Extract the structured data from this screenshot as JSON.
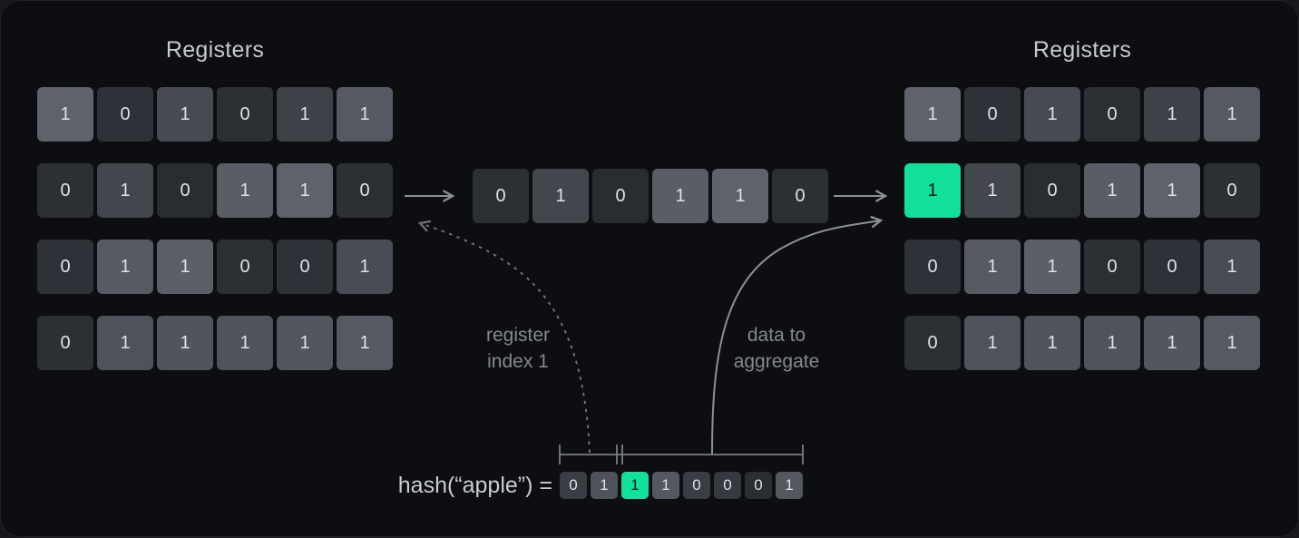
{
  "colors": {
    "outer_bg": "#17181b",
    "panel_bg": "#0d0e11",
    "panel_border": "#222328",
    "title_text": "#c7cad0",
    "cell_text": "#dfe2e6",
    "label_text": "#85898f",
    "hash_text": "#c9ccd1",
    "arrow": "#8d9097",
    "arrow_dashed": "#6e7177",
    "accent_green": "#12e19b",
    "green_cell_text": "#0d1116"
  },
  "titles": {
    "left": "Registers",
    "right": "Registers"
  },
  "annotations": {
    "register_index_line1": "register",
    "register_index_line2": "index 1",
    "aggregate_line1": "data to",
    "aggregate_line2": "aggregate",
    "hash_expression": "hash(“apple”) ="
  },
  "left_registers": {
    "rows": [
      [
        {
          "v": 1,
          "bg": "#5d626b"
        },
        {
          "v": 0,
          "bg": "#2e3137"
        },
        {
          "v": 1,
          "bg": "#464a52"
        },
        {
          "v": 0,
          "bg": "#2c2f34"
        },
        {
          "v": 1,
          "bg": "#3e4248"
        },
        {
          "v": 1,
          "bg": "#555a62"
        }
      ],
      [
        {
          "v": 0,
          "bg": "#2c2f34"
        },
        {
          "v": 1,
          "bg": "#42464d"
        },
        {
          "v": 0,
          "bg": "#292c31"
        },
        {
          "v": 1,
          "bg": "#585d66"
        },
        {
          "v": 1,
          "bg": "#5d626b"
        },
        {
          "v": 0,
          "bg": "#2c2f34"
        }
      ],
      [
        {
          "v": 0,
          "bg": "#2e3137"
        },
        {
          "v": 1,
          "bg": "#555a63"
        },
        {
          "v": 1,
          "bg": "#5a5f68"
        },
        {
          "v": 0,
          "bg": "#2c2f34"
        },
        {
          "v": 0,
          "bg": "#2e3137"
        },
        {
          "v": 1,
          "bg": "#484c54"
        }
      ],
      [
        {
          "v": 0,
          "bg": "#2c2f34"
        },
        {
          "v": 1,
          "bg": "#4d525b"
        },
        {
          "v": 1,
          "bg": "#50555d"
        },
        {
          "v": 1,
          "bg": "#4f545c"
        },
        {
          "v": 1,
          "bg": "#52565f"
        },
        {
          "v": 1,
          "bg": "#555a62"
        }
      ]
    ]
  },
  "right_registers": {
    "rows": [
      [
        {
          "v": 1,
          "bg": "#5d626b"
        },
        {
          "v": 0,
          "bg": "#2e3137"
        },
        {
          "v": 1,
          "bg": "#464a52"
        },
        {
          "v": 0,
          "bg": "#2c2f34"
        },
        {
          "v": 1,
          "bg": "#3e4248"
        },
        {
          "v": 1,
          "bg": "#555a62"
        }
      ],
      [
        {
          "v": 1,
          "bg": "accent",
          "hl": true
        },
        {
          "v": 1,
          "bg": "#42464d"
        },
        {
          "v": 0,
          "bg": "#292c31"
        },
        {
          "v": 1,
          "bg": "#585d66"
        },
        {
          "v": 1,
          "bg": "#5d626b"
        },
        {
          "v": 0,
          "bg": "#2c2f34"
        }
      ],
      [
        {
          "v": 0,
          "bg": "#2e3137"
        },
        {
          "v": 1,
          "bg": "#555a63"
        },
        {
          "v": 1,
          "bg": "#5a5f68"
        },
        {
          "v": 0,
          "bg": "#2c2f34"
        },
        {
          "v": 0,
          "bg": "#2e3137"
        },
        {
          "v": 1,
          "bg": "#484c54"
        }
      ],
      [
        {
          "v": 0,
          "bg": "#2c2f34"
        },
        {
          "v": 1,
          "bg": "#4d525b"
        },
        {
          "v": 1,
          "bg": "#50555d"
        },
        {
          "v": 1,
          "bg": "#4f545c"
        },
        {
          "v": 1,
          "bg": "#52565f"
        },
        {
          "v": 1,
          "bg": "#555a62"
        }
      ]
    ]
  },
  "middle_bits": {
    "cells": [
      {
        "v": 0,
        "bg": "#2c2f34"
      },
      {
        "v": 1,
        "bg": "#42464d"
      },
      {
        "v": 0,
        "bg": "#292c31"
      },
      {
        "v": 1,
        "bg": "#585d66"
      },
      {
        "v": 1,
        "bg": "#5d626b"
      },
      {
        "v": 0,
        "bg": "#2c2f34"
      }
    ]
  },
  "hashed_bits": {
    "cells": [
      {
        "v": 0,
        "bg": "#3a3d43"
      },
      {
        "v": 1,
        "bg": "#4e525a"
      },
      {
        "v": 1,
        "bg": "accent",
        "hl": true
      },
      {
        "v": 1,
        "bg": "#545860"
      },
      {
        "v": 0,
        "bg": "#3a3d43"
      },
      {
        "v": 0,
        "bg": "#36393f"
      },
      {
        "v": 0,
        "bg": "#2a2d32"
      },
      {
        "v": 1,
        "bg": "#53575e"
      }
    ]
  }
}
